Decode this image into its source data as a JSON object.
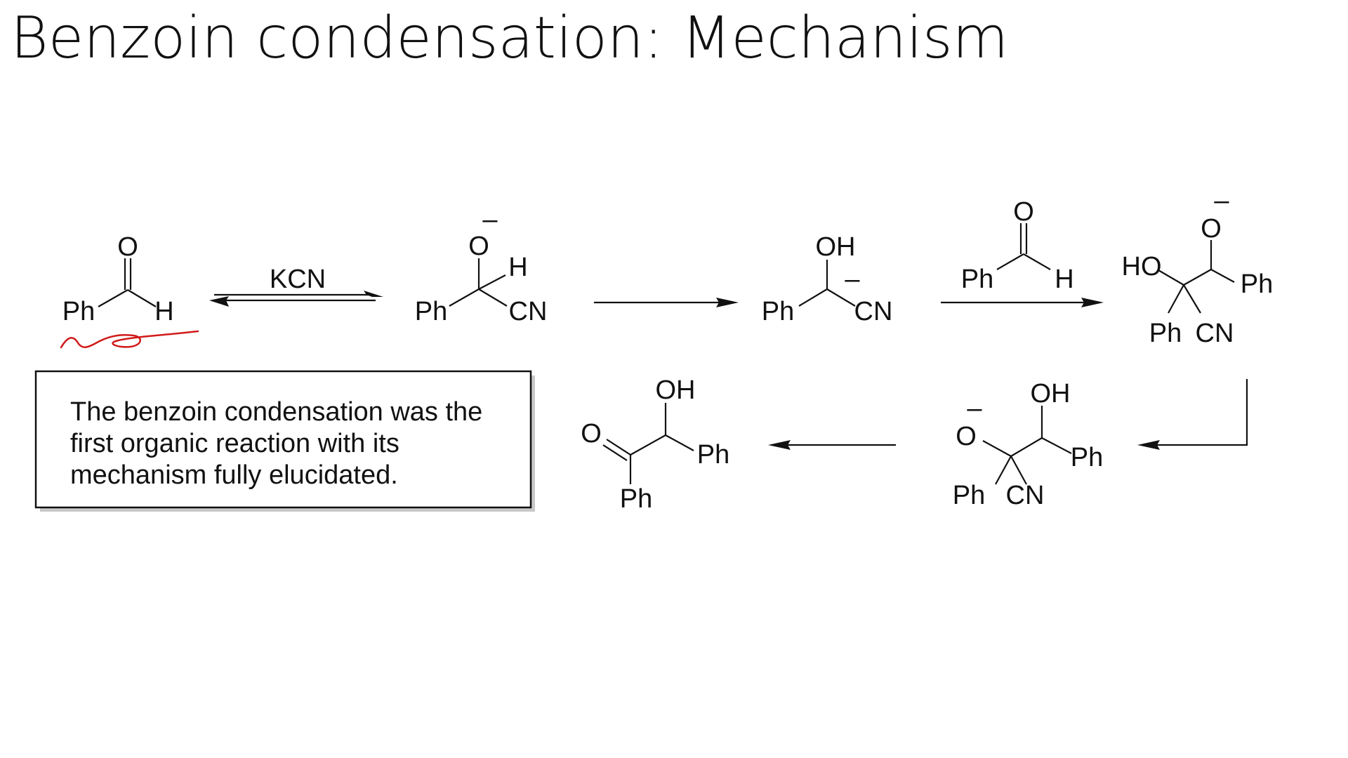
{
  "slide": {
    "title": "Benzoin condensation: Mechanism"
  },
  "note": {
    "lines": [
      "The benzoin condensation was the",
      "first organic reaction with its",
      "mechanism fully elucidated."
    ]
  },
  "reagents": {
    "step1": "KCN",
    "step3": {
      "o": "O",
      "ph": "Ph",
      "h": "H"
    }
  },
  "labels": {
    "ph": "Ph",
    "h": "H",
    "o": "O",
    "oh": "OH",
    "ho": "HO",
    "cn": "CN",
    "minus": "–"
  },
  "colors": {
    "ink": "#111111",
    "annotation": "#d11a1a"
  }
}
